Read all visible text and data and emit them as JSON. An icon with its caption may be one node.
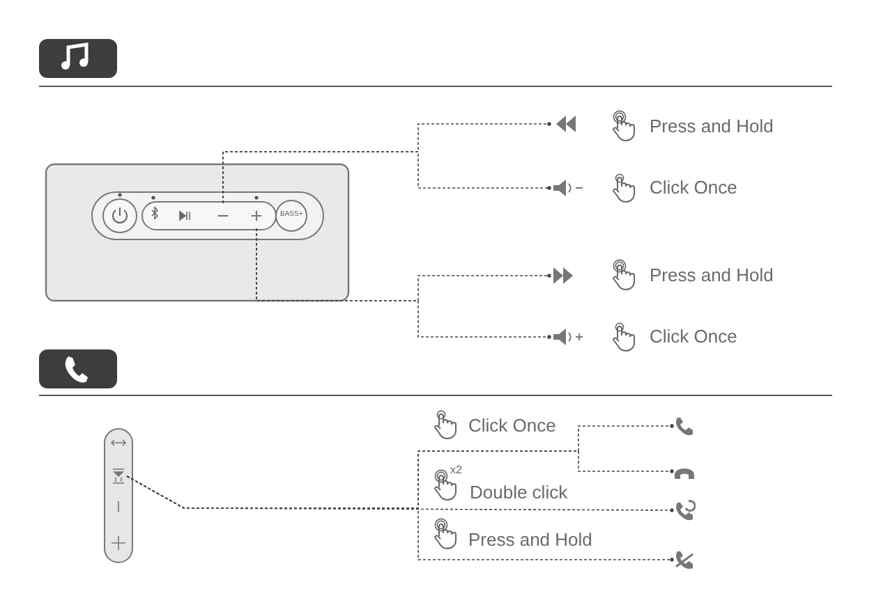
{
  "diagram": {
    "nodes": [
      {
        "text": [
          "−"
        ]
      },
      {
        "text": [
          "+"
        ]
      },
      {
        "text": [],
        "shape": "picture"
      },
      {
        "text": [],
        "shape": "picture"
      },
      {
        "text": [],
        "shape": "picture"
      },
      {
        "text": [],
        "shape": "picture"
      },
      {
        "text": [],
        "shape": "picture"
      },
      {
        "text": [],
        "shape": "picture"
      },
      {
        "text": [],
        "shape": "picture"
      },
      {
        "text": [],
        "shape": "picture"
      },
      {
        "text": [],
        "shape": "picture"
      }
    ],
    "edges": [
      {
        "from": 0,
        "to": 2,
        "arrow": "other",
        "style": "dashed"
      },
      {
        "from": 0,
        "to": 3,
        "arrow": "other",
        "style": "dashed"
      },
      {
        "from": 1,
        "to": 4,
        "arrow": "other",
        "style": "dashed"
      },
      {
        "from": 1,
        "to": 5,
        "arrow": "other",
        "style": "dashed"
      },
      {
        "from": 6,
        "to": 7,
        "arrow": "other",
        "style": "dashed"
      },
      {
        "from": 6,
        "to": 8,
        "arrow": "other",
        "style": "dashed"
      },
      {
        "from": 6,
        "to": 9,
        "arrow": "other",
        "style": "dashed"
      },
      {
        "from": 6,
        "to": 10,
        "arrow": "other",
        "style": "dashed"
      }
    ],
    "labels": [
      "BASS+",
      "Press and Hold",
      "Click Once",
      "Press and Hold",
      "Click Once",
      "Click Once",
      "x2",
      "Double click",
      "Press and Hold"
    ]
  }
}
